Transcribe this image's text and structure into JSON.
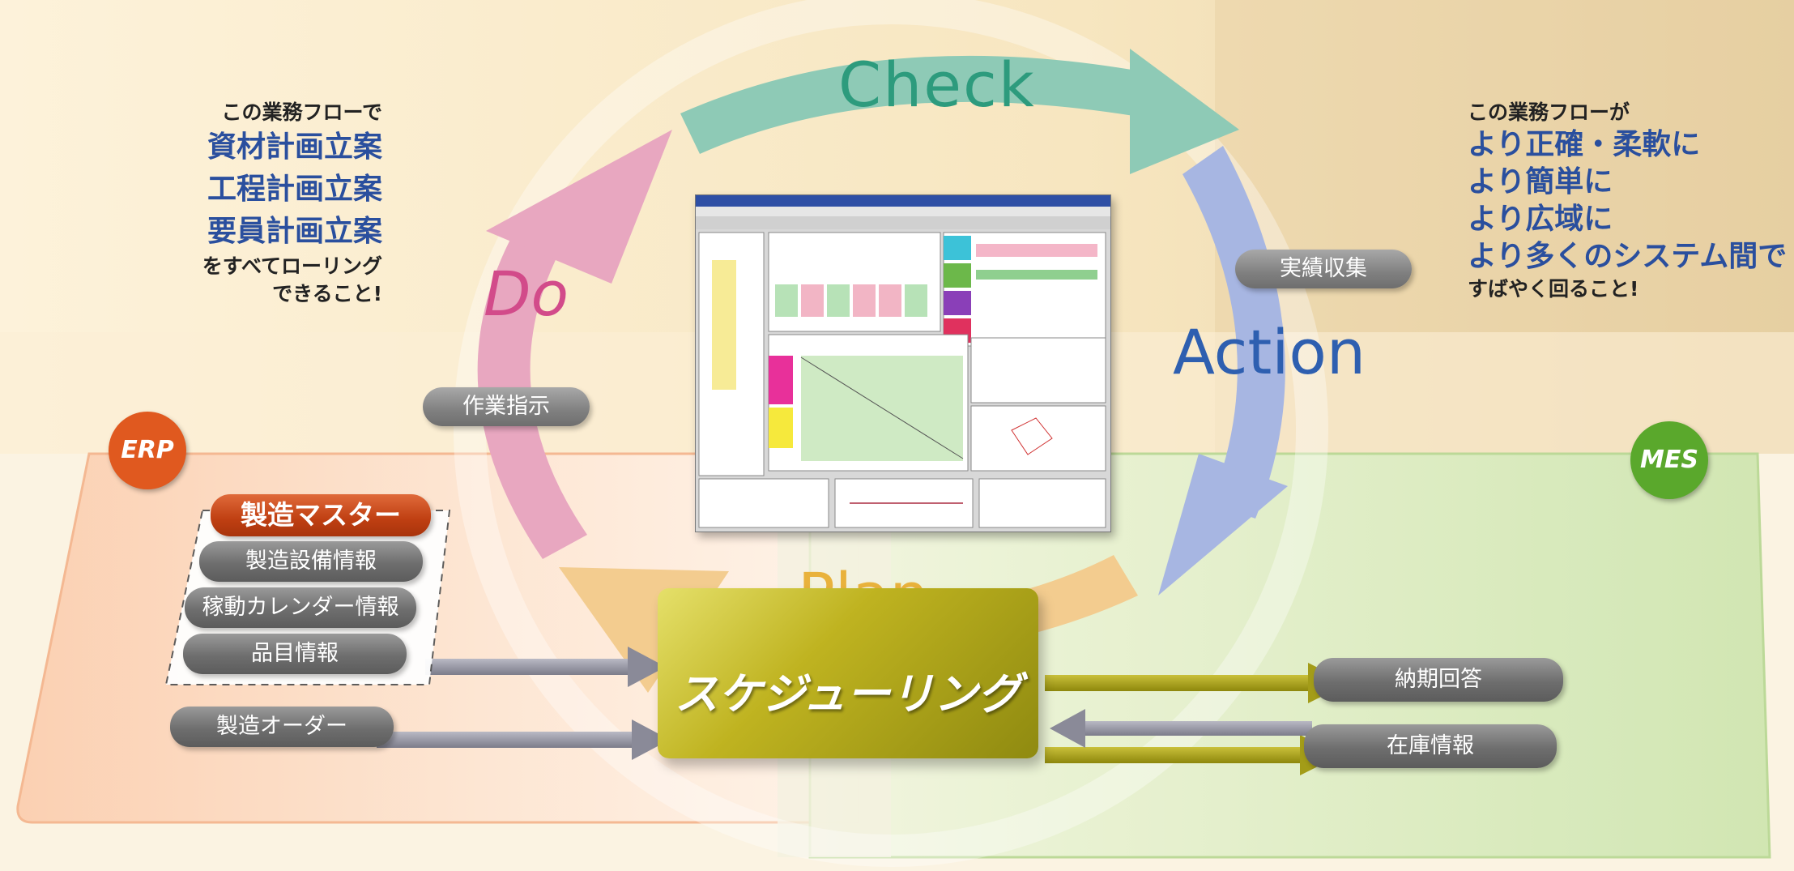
{
  "left_note": {
    "line1": "この業務フローで",
    "items": [
      "資材計画立案",
      "工程計画立案",
      "要員計画立案"
    ],
    "line_end1": "をすべてローリング",
    "line_end2": "できること!"
  },
  "right_note": {
    "line1": "この業務フローが",
    "items": [
      "より正確・柔軟に",
      "より簡単に",
      "より広域に",
      "より多くのシステム間で"
    ],
    "line_end": "すばやく回ること!"
  },
  "cycle": {
    "check": "Check",
    "action": "Action",
    "plan": "Plan",
    "do": "Do",
    "action_label": "実績収集",
    "do_label": "作業指示"
  },
  "badges": {
    "erp": "ERP",
    "mes": "MES"
  },
  "master": {
    "title": "製造マスター",
    "items": [
      "製造設備情報",
      "稼動カレンダー情報",
      "品目情報"
    ]
  },
  "order": "製造オーダー",
  "scheduling": "スケジューリング",
  "outputs": [
    "納期回答",
    "在庫情報"
  ],
  "colors": {
    "check": "#2d9b7d",
    "action": "#2e5fb0",
    "plan": "#e9b23c",
    "do": "#d24b8a",
    "erp": "#e0591f",
    "mes": "#5aa82c",
    "emphasis": "#2a4f9e"
  }
}
